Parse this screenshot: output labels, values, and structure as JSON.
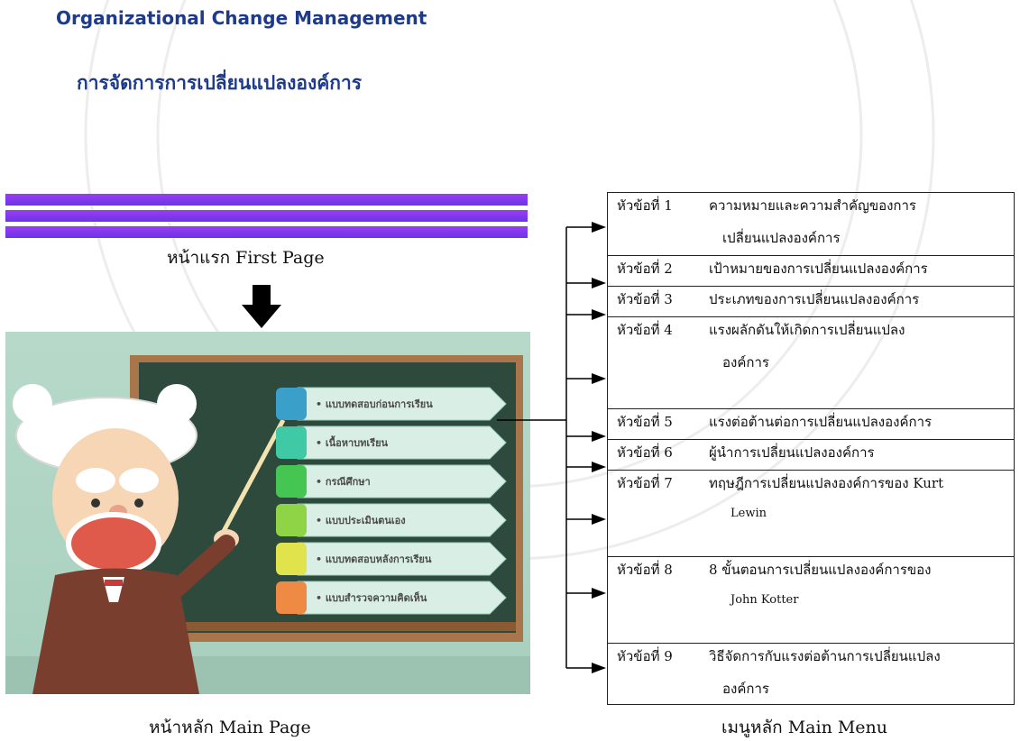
{
  "header": {
    "title_en": "Organizational Change Management",
    "title_th": "การจัดการการเปลี่ยนแปลงองค์การ"
  },
  "labels": {
    "first_page": "หน้าแรก First Page",
    "main_page": "หน้าหลัก Main Page",
    "main_menu": "เมนูหลัก Main Menu"
  },
  "main_page_buttons": [
    {
      "label": "แบบทดสอบก่อนการเรียน",
      "color": "#3aa0c9"
    },
    {
      "label": "เนื้อหาบทเรียน",
      "color": "#3fc9a5"
    },
    {
      "label": "กรณีศึกษา",
      "color": "#45c653"
    },
    {
      "label": "แบบประเมินตนเอง",
      "color": "#8fd446"
    },
    {
      "label": "แบบทดสอบหลังการเรียน",
      "color": "#e0e34c"
    },
    {
      "label": "แบบสำรวจความคิดเห็น",
      "color": "#ee8a43"
    }
  ],
  "menu": {
    "rows": [
      {
        "num": "หัวข้อที่ 1",
        "line1": "ความหมายและความสำคัญของการ",
        "line2": "เปลี่ยนแปลงองค์การ"
      },
      {
        "num": "หัวข้อที่ 2",
        "line1": "เป้าหมายของการเปลี่ยนแปลงองค์การ",
        "line2": ""
      },
      {
        "num": "หัวข้อที่ 3",
        "line1": "ประเภทของการเปลี่ยนแปลงองค์การ",
        "line2": ""
      },
      {
        "num": "หัวข้อที่ 4",
        "line1": "แรงผลักดันให้เกิดการเปลี่ยนแปลง",
        "line2": "องค์การ"
      },
      {
        "num": "หัวข้อที่ 5",
        "line1": "แรงต่อต้านต่อการเปลี่ยนแปลงองค์การ",
        "line2": ""
      },
      {
        "num": "หัวข้อที่ 6",
        "line1": "ผู้นำการเปลี่ยนแปลงองค์การ",
        "line2": ""
      },
      {
        "num": "หัวข้อที่ 7",
        "line1": "ทฤษฎีการเปลี่ยนแปลงองค์การของ Kurt",
        "line2": "Lewin"
      },
      {
        "num": "หัวข้อที่ 8",
        "line1": "8 ขั้นตอนการเปลี่ยนแปลงองค์การของ",
        "line2": "John Kotter"
      },
      {
        "num": "หัวข้อที่ 9",
        "line1": "วิธีจัดการกับแรงต่อต้านการเปลี่ยนแปลง",
        "line2": "องค์การ"
      }
    ]
  },
  "colors": {
    "header_text": "#1e3a8a",
    "bar": "#7b3ae8",
    "scene_bg": "#b7d9c9",
    "chalkboard": "#2e4a3c",
    "board_frame": "#a9754a"
  }
}
